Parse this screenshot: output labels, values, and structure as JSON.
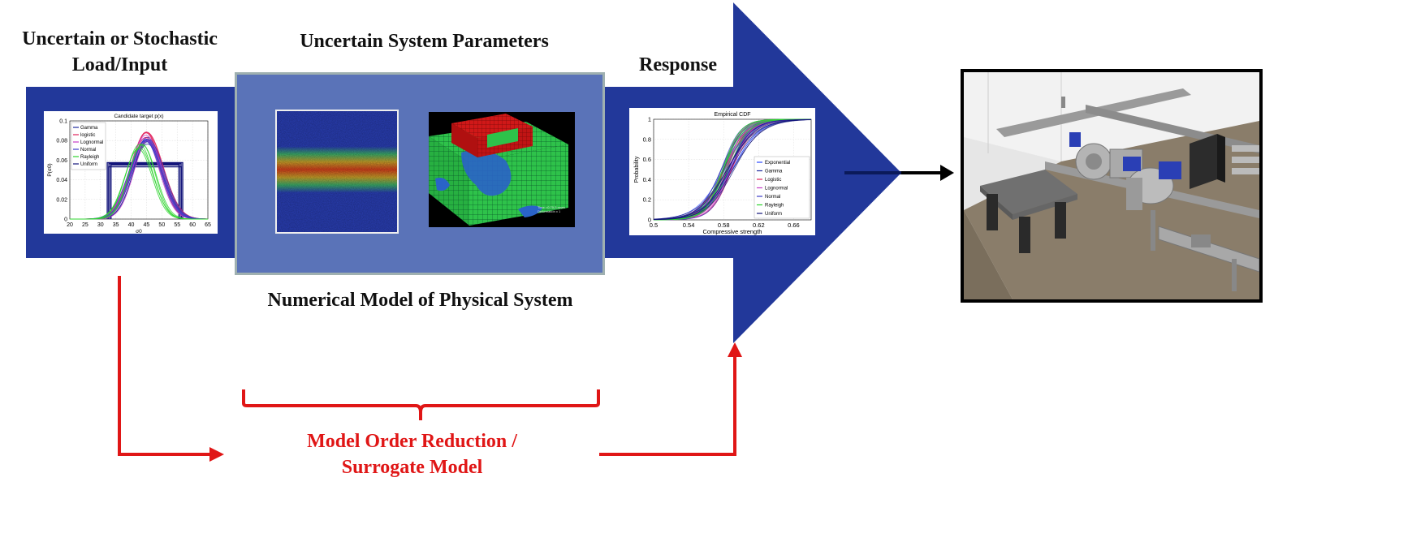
{
  "labels": {
    "input_title_line1": "Uncertain or Stochastic",
    "input_title_line2": "Load/Input",
    "params_title": "Uncertain System Parameters",
    "response_title": "Response",
    "model_title": "Numerical Model of  Physical System",
    "reduction_line1": "Model Order Reduction /",
    "reduction_line2": "Surrogate Model"
  },
  "fe_mesh_caption_line1": "Time =0.70-3 msec",
  "fe_mesh_caption_line2": "Deformation x 1",
  "colors": {
    "arrow_body": "#22389a",
    "model_box_fill": "#5a73b8",
    "model_box_border": "#9fb0b0",
    "reduction_arrow": "#e01616",
    "gamma": "#1f2a9c",
    "logistic": "#e0205a",
    "lognormal": "#c63bc6",
    "normal": "#3c3cc8",
    "rayleigh": "#2ed32e",
    "uniform": "#13157a",
    "exponential": "#2b48ff"
  },
  "chart_data": [
    {
      "type": "line",
      "title": "Candidate target p(x)",
      "xlabel": "σ0",
      "ylabel": "P(σ0)",
      "x_ticks": [
        "20",
        "25",
        "30",
        "35",
        "40",
        "45",
        "50",
        "55",
        "60",
        "65"
      ],
      "y_ticks": [
        "0",
        "0.02",
        "0.04",
        "0.06",
        "0.08",
        "0.1"
      ],
      "xlim": [
        20,
        65
      ],
      "ylim": [
        0,
        0.1
      ],
      "legend": [
        "Gamma",
        "logistic",
        "Lognormal",
        "Normal",
        "Rayleigh",
        "Uniform"
      ],
      "legend_position": "top-left",
      "series": [
        {
          "name": "Gamma",
          "mean": 45,
          "sd": 5,
          "peak": 0.08
        },
        {
          "name": "logistic",
          "mean": 45,
          "sd": 5,
          "peak": 0.085
        },
        {
          "name": "Lognormal",
          "mean": 45,
          "sd": 5,
          "peak": 0.082
        },
        {
          "name": "Normal",
          "mean": 45,
          "sd": 5,
          "peak": 0.08
        },
        {
          "name": "Rayleigh",
          "mean": 43,
          "sd": 4.5,
          "peak": 0.074
        },
        {
          "name": "Uniform",
          "x": [
            33,
            33,
            56,
            56
          ],
          "y": [
            0,
            0.055,
            0.055,
            0
          ]
        }
      ]
    },
    {
      "type": "line",
      "title": "Empirical CDF",
      "xlabel": "Compressive strength",
      "ylabel": "Probability",
      "x_ticks": [
        "0.5",
        "0.54",
        "0.58",
        "0.62",
        "0.66"
      ],
      "y_ticks": [
        "0",
        "0.2",
        "0.4",
        "0.6",
        "0.8",
        "1"
      ],
      "xlim": [
        0.5,
        0.68
      ],
      "ylim": [
        0,
        1
      ],
      "legend": [
        "Exponential",
        "Gamma",
        "Logistic",
        "Lognormal",
        "Normal",
        "Rayleigh",
        "Uniform"
      ],
      "legend_position": "bottom-right",
      "series": [
        {
          "name": "Exponential",
          "median": 0.585,
          "spread": 0.014
        },
        {
          "name": "Gamma",
          "median": 0.583,
          "spread": 0.012
        },
        {
          "name": "Logistic",
          "median": 0.584,
          "spread": 0.013
        },
        {
          "name": "Lognormal",
          "median": 0.582,
          "spread": 0.012
        },
        {
          "name": "Normal",
          "median": 0.583,
          "spread": 0.012
        },
        {
          "name": "Rayleigh",
          "median": 0.58,
          "spread": 0.011
        },
        {
          "name": "Uniform",
          "median": 0.586,
          "spread": 0.015
        }
      ]
    }
  ]
}
